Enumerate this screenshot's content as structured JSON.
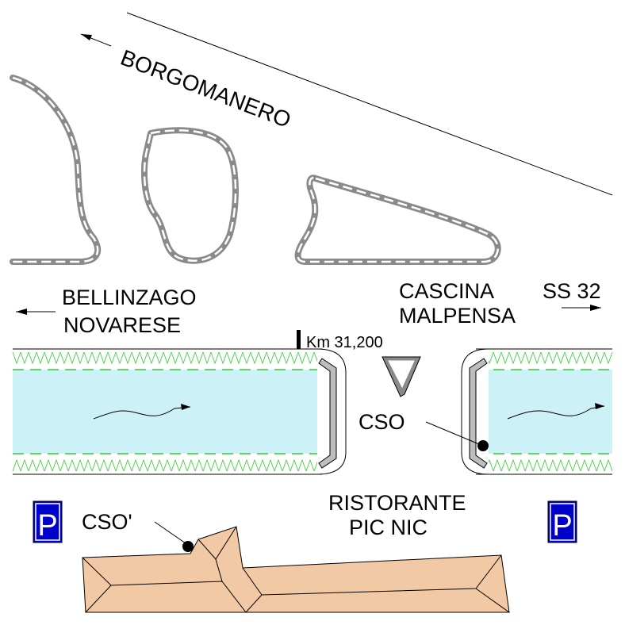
{
  "labels": {
    "borgomanero": "BORGOMANERO",
    "bellinzago_line1": "BELLINZAGO",
    "bellinzago_line2": "NOVARESE",
    "cascina_line1": "CASCINA",
    "cascina_line2": "MALPENSA",
    "ss32": "SS 32",
    "km": "Km 31,200",
    "cso": "CSO",
    "cso_prime": "CSO'",
    "ristorante_line1": "RISTORANTE",
    "ristorante_line2": "PIC NIC",
    "parking_left": "P",
    "parking_right": "P"
  },
  "colors": {
    "canal_water": "#ccf2f7",
    "canal_bank": "#33cc33",
    "building_roof": "#f2c9a5",
    "parking_sign": "#0000cc",
    "road_outline": "#8a8a8a"
  },
  "icons": {
    "direction": "arrow-icon",
    "parking": "parking-sign-icon",
    "water_flow": "flow-arrow-icon",
    "point": "point-marker-icon"
  }
}
